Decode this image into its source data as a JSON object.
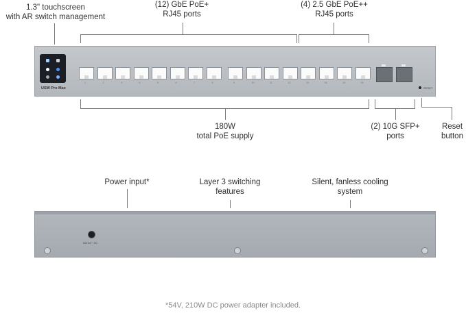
{
  "front_labels": {
    "touchscreen": [
      "1.3\" touchscreen",
      "with AR switch management"
    ],
    "gbe_ports": [
      "(12) GbE PoE+",
      "RJ45 ports"
    ],
    "ge25_ports": [
      "(4) 2.5 GbE PoE++",
      "RJ45 ports"
    ],
    "poe_supply": [
      "180W",
      "total PoE supply"
    ],
    "sfp_ports": [
      "(2) 10G SFP+",
      "ports"
    ],
    "reset": [
      "Reset",
      "button"
    ]
  },
  "device_front": {
    "model": "USW Pro Max",
    "reset_text": "RESET",
    "port_numbers": [
      "1",
      "2",
      "3",
      "4",
      "5",
      "6",
      "7",
      "8",
      "9",
      "10",
      "11",
      "12",
      "13",
      "14",
      "15",
      "16"
    ]
  },
  "rear_labels": {
    "power_input": "Power input*",
    "layer3": [
      "Layer 3 switching",
      "features"
    ],
    "cooling": [
      "Silent, fanless cooling",
      "system"
    ]
  },
  "device_rear": {
    "power_text": "54V 3A ⎓ DC"
  },
  "footnote": "*54V, 210W DC power adapter included.",
  "colors": {
    "chassis": "#b7bcc1",
    "chassis_edge": "#9aa0a6",
    "screen": "#1a1d24",
    "port": "#ffffff",
    "line": "#7a7a7a"
  }
}
